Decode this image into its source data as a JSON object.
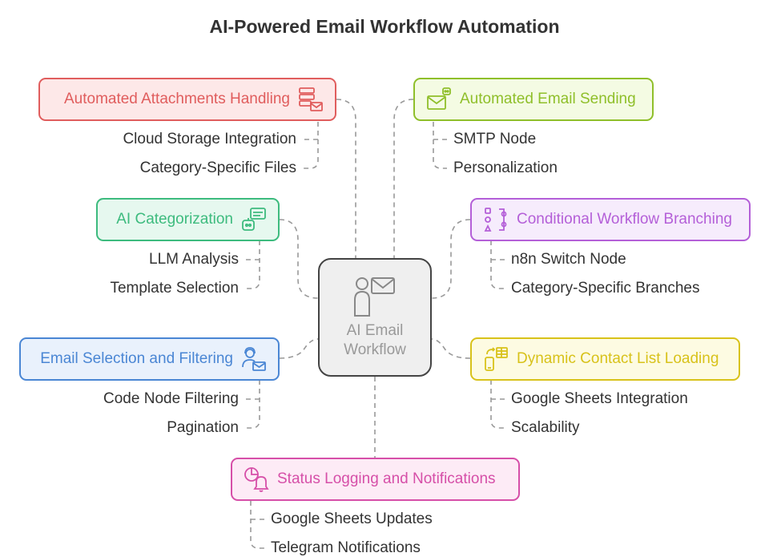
{
  "title": "AI-Powered Email Workflow Automation",
  "center": {
    "label": "AI Email Workflow"
  },
  "branches": [
    {
      "id": "attachments",
      "label": "Automated Attachments Handling",
      "icon": "server-mail-icon",
      "color": "#e05d5d",
      "fill": "#fde8e8",
      "items": [
        "Cloud Storage Integration",
        "Category-Specific Files"
      ]
    },
    {
      "id": "categorization",
      "label": "AI Categorization",
      "icon": "robot-chat-icon",
      "color": "#3dbb7e",
      "fill": "#e6f8ef",
      "items": [
        "LLM Analysis",
        "Template Selection"
      ]
    },
    {
      "id": "selection",
      "label": "Email Selection and Filtering",
      "icon": "support-agent-mail-icon",
      "color": "#4a86d4",
      "fill": "#e9f1fc",
      "items": [
        "Code Node Filtering",
        "Pagination"
      ]
    },
    {
      "id": "sending",
      "label": "Automated Email Sending",
      "icon": "robot-envelope-icon",
      "color": "#8fbf2a",
      "fill": "#f4fbe3",
      "items": [
        "SMTP Node",
        "Personalization"
      ]
    },
    {
      "id": "branching",
      "label": "Conditional Workflow Branching",
      "icon": "flow-branch-icon",
      "color": "#b45fd8",
      "fill": "#f6ecfc",
      "items": [
        "n8n Switch Node",
        "Category-Specific Branches"
      ]
    },
    {
      "id": "contacts",
      "label": "Dynamic Contact List Loading",
      "icon": "phone-sheet-icon",
      "color": "#d8c21a",
      "fill": "#fdfbe2",
      "items": [
        "Google Sheets Integration",
        "Scalability"
      ]
    },
    {
      "id": "logging",
      "label": "Status Logging and Notifications",
      "icon": "chart-bell-icon",
      "color": "#d64fa8",
      "fill": "#fdebf6",
      "items": [
        "Google Sheets Updates",
        "Telegram Notifications"
      ]
    }
  ]
}
